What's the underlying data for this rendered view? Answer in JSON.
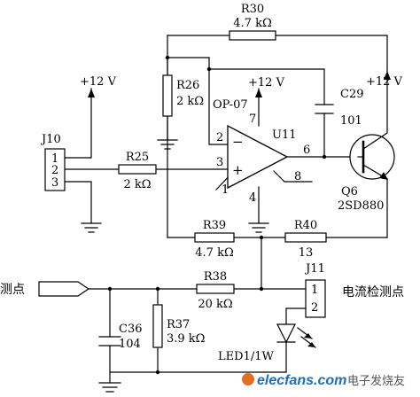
{
  "resistors": {
    "r30": {
      "ref": "R30",
      "value": "4.7 kΩ"
    },
    "r26": {
      "ref": "R26",
      "value": "2 kΩ"
    },
    "r25": {
      "ref": "R25",
      "value": "2 kΩ"
    },
    "r39": {
      "ref": "R39",
      "value": "4.7 kΩ"
    },
    "r40": {
      "ref": "R40",
      "value": "13"
    },
    "r38": {
      "ref": "R38",
      "value": "20 kΩ"
    },
    "r37": {
      "ref": "R37",
      "value": "3.9 kΩ"
    }
  },
  "capacitors": {
    "c29": {
      "ref": "C29",
      "value": "101"
    },
    "c36": {
      "ref": "C36",
      "value": "104"
    }
  },
  "opamp": {
    "ref": "U11",
    "part": "OP-07",
    "pin_inv": "2",
    "pin_noninv": "3",
    "pin_out": "6",
    "pin_v_plus": "7",
    "pin_v_minus": "4",
    "pin_8": "8",
    "pin_1": "1",
    "minus_sign": "−",
    "plus_sign": "+"
  },
  "transistor": {
    "ref": "Q6",
    "part": "2SD880"
  },
  "supplies": {
    "a": "+12 V",
    "b": "+12 V",
    "c": "+12 V"
  },
  "j10": {
    "ref": "J10",
    "pin1": "1",
    "pin2": "2",
    "pin3": "3"
  },
  "j11": {
    "ref": "J11",
    "pin1": "1",
    "pin2": "2",
    "label": "电流检测点"
  },
  "probe": {
    "label": "测点"
  },
  "led": {
    "label": "LED1/1W"
  },
  "watermark": {
    "logo": "elecfans.com",
    "cn": "电子发烧友"
  }
}
